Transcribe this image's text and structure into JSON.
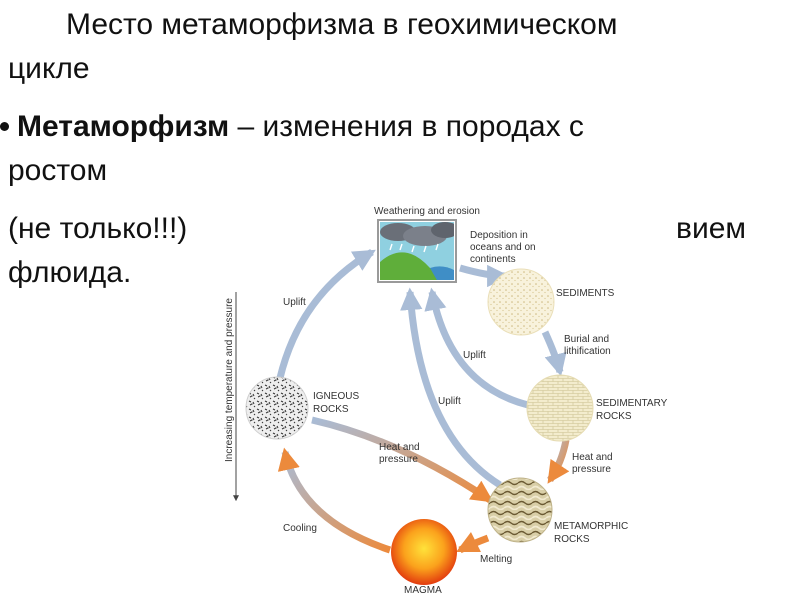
{
  "slide": {
    "title_line1": "Место метаморфизма в геохимическом",
    "title_line2": "цикле",
    "bullet_term": "Метаморфизм",
    "bullet_rest": " – изменения в породах с",
    "bullet_line2": "ростом",
    "extra_line1": "(не только!!!)",
    "extra_tail": "вием",
    "extra_line2": "флюида."
  },
  "diagram": {
    "axis_label": "Increasing temperature and pressure",
    "nodes": {
      "weathering": "Weathering and erosion",
      "sediments": "SEDIMENTS",
      "sedimentary": [
        "SEDIMENTARY",
        "ROCKS"
      ],
      "metamorphic": [
        "METAMORPHIC",
        "ROCKS"
      ],
      "magma": "MAGMA",
      "igneous": [
        "IGNEOUS",
        "ROCKS"
      ]
    },
    "arrows": {
      "deposition": [
        "Deposition in",
        "oceans and on",
        "continents"
      ],
      "burial": [
        "Burial and",
        "lithification"
      ],
      "heat_pressure_right": [
        "Heat and",
        "pressure"
      ],
      "heat_pressure_left": [
        "Heat and",
        "pressure"
      ],
      "melting": "Melting",
      "cooling": "Cooling",
      "uplift_left": "Uplift",
      "uplift_middle": "Uplift",
      "uplift_center": "Uplift"
    },
    "colors": {
      "arrow_blue": "#a9bcd6",
      "arrow_orange": "#ec8a3c",
      "magma_core": "#ffd21f",
      "magma_edge": "#e23a0e"
    }
  }
}
